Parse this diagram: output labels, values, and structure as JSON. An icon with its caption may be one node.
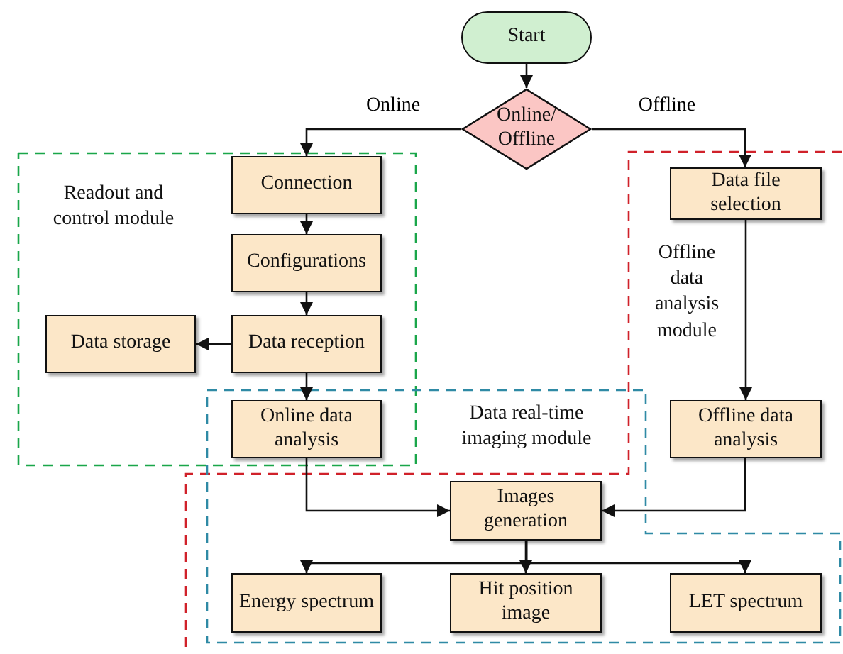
{
  "diagram": {
    "nodes": [
      {
        "text": [
          "Start"
        ]
      },
      {
        "text": [
          "Online/ Offline"
        ]
      },
      {
        "text": [
          "Connection"
        ]
      },
      {
        "text": [
          "Configurations"
        ]
      },
      {
        "text": [
          "Data reception"
        ]
      },
      {
        "text": [
          "Data storage"
        ]
      },
      {
        "text": [
          "Online data analysis"
        ]
      },
      {
        "text": [
          "Data file selection"
        ]
      },
      {
        "text": [
          "Offline data analysis"
        ]
      },
      {
        "text": [
          "Images generation"
        ]
      },
      {
        "text": [
          "Energy spectrum"
        ]
      },
      {
        "text": [
          "Hit position image"
        ]
      },
      {
        "text": [
          "LET spectrum"
        ]
      }
    ],
    "edges": [
      {
        "from": 0,
        "to": 1,
        "arrow": "to"
      },
      {
        "from": 1,
        "to": 2,
        "arrow": "to",
        "label": "Online"
      },
      {
        "from": 1,
        "to": 7,
        "arrow": "to",
        "label": "Offline"
      },
      {
        "from": 2,
        "to": 3,
        "arrow": "to"
      },
      {
        "from": 3,
        "to": 4,
        "arrow": "to"
      },
      {
        "from": 4,
        "to": 5,
        "arrow": "to"
      },
      {
        "from": 4,
        "to": 6,
        "arrow": "to"
      },
      {
        "from": 7,
        "to": 8,
        "arrow": "to"
      },
      {
        "from": 6,
        "to": 9,
        "arrow": "to"
      },
      {
        "from": 8,
        "to": 9,
        "arrow": "to"
      },
      {
        "from": 9,
        "to": 10,
        "arrow": "to"
      },
      {
        "from": 9,
        "to": 11,
        "arrow": "to"
      },
      {
        "from": 9,
        "to": 12,
        "arrow": "to"
      }
    ],
    "labels": [
      "Readout and control module",
      "Offline data analysis module",
      "Data real-time imaging module"
    ]
  }
}
